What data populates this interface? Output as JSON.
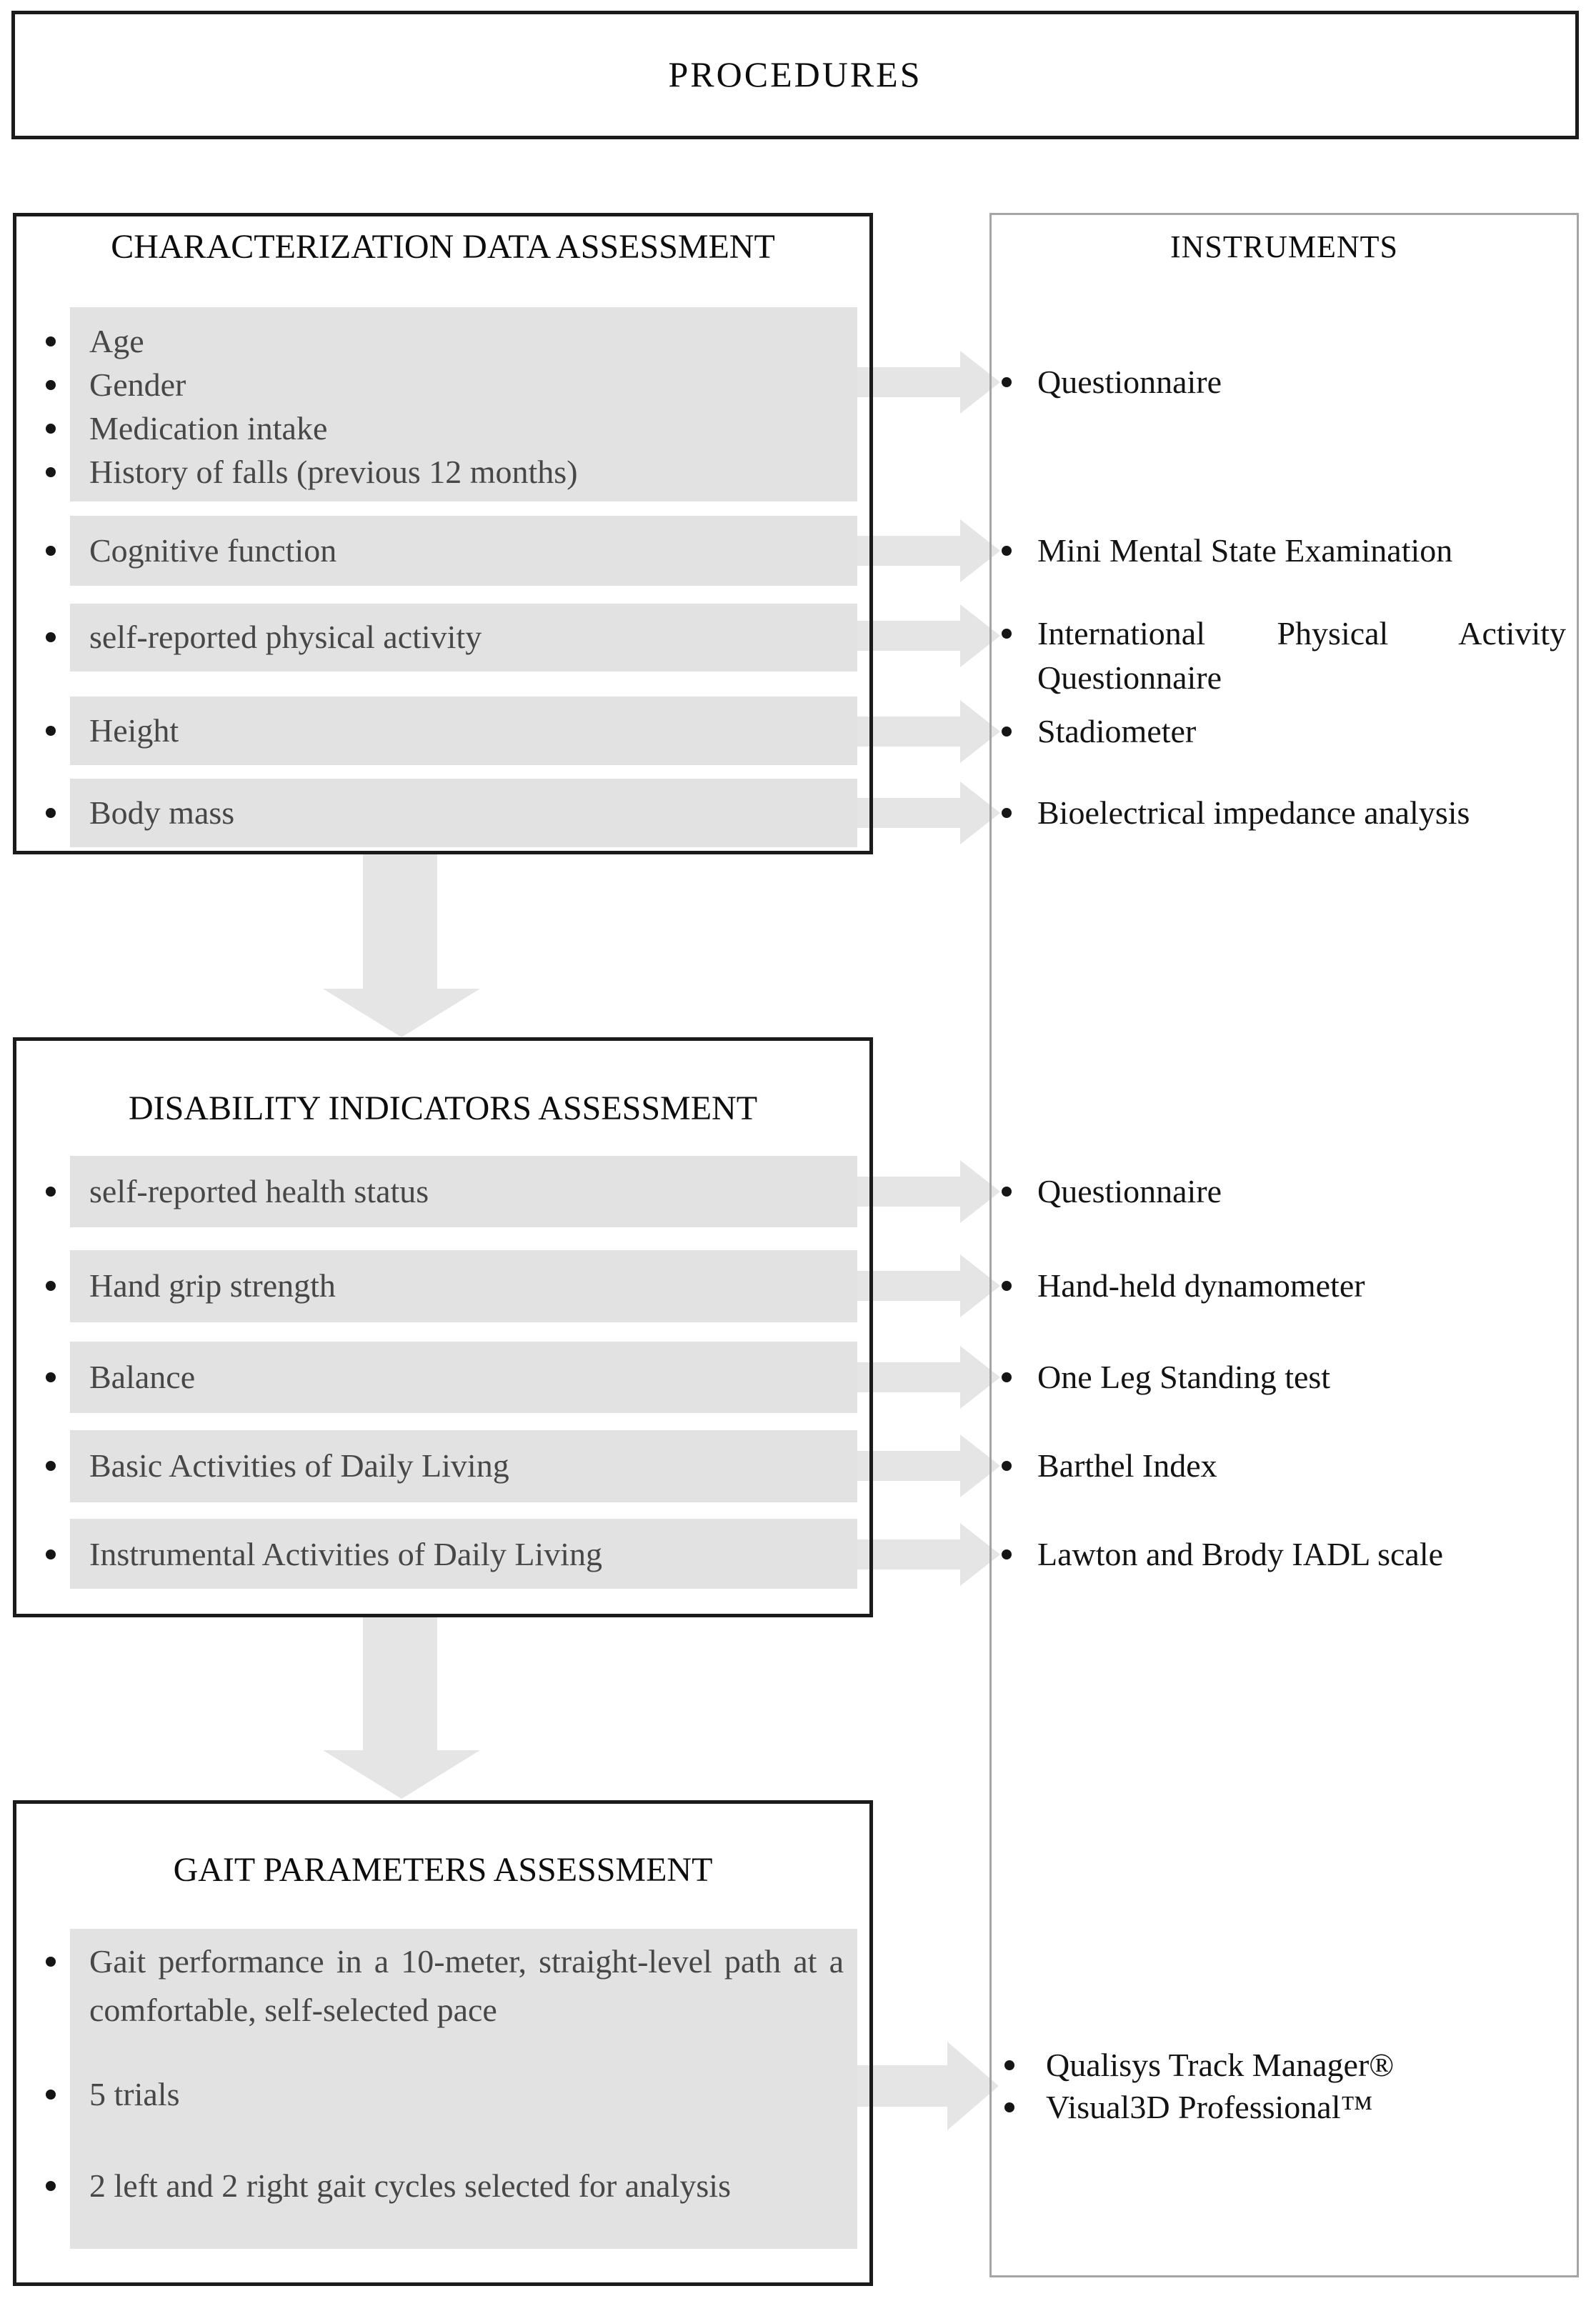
{
  "procedures": {
    "title": "PROCEDURES"
  },
  "characterization": {
    "title": "CHARACTERIZATION DATA ASSESSMENT",
    "items": [
      "Age",
      "Gender",
      "Medication intake",
      "History of falls (previous 12 months)",
      "Cognitive function",
      "self-reported physical activity",
      "Height",
      "Body mass"
    ]
  },
  "disability": {
    "title": "DISABILITY INDICATORS ASSESSMENT",
    "items": [
      "self-reported health status",
      "Hand grip strength",
      "Balance",
      "Basic Activities of Daily Living",
      "Instrumental Activities of Daily Living"
    ]
  },
  "gait": {
    "title": "GAIT PARAMETERS ASSESSMENT",
    "items": [
      "Gait performance in a 10-meter, straight-level path at a comfortable, self-selected pace",
      "5 trials",
      "2 left and 2 right gait cycles selected for analysis"
    ]
  },
  "instruments": {
    "title": "INSTRUMENTS",
    "group1": [
      "Questionnaire",
      "Mini Mental State Examination",
      "International Physical Activity Questionnaire",
      "Stadiometer",
      "Bioelectrical impedance analysis"
    ],
    "group2": [
      "Questionnaire",
      "Hand-held dynamometer",
      "One Leg Standing test",
      "Barthel Index",
      "Lawton and Brody IADL scale"
    ],
    "group3": [
      "Qualisys Track Manager®",
      "Visual3D Professional™"
    ]
  },
  "colors": {
    "item_bar": "#e2e2e2",
    "arrow": "#e5e5e5",
    "box_border": "#1b1b1b",
    "instruments_border": "#a5a5a5",
    "item_text": "#474747",
    "instrument_text": "#131313"
  }
}
